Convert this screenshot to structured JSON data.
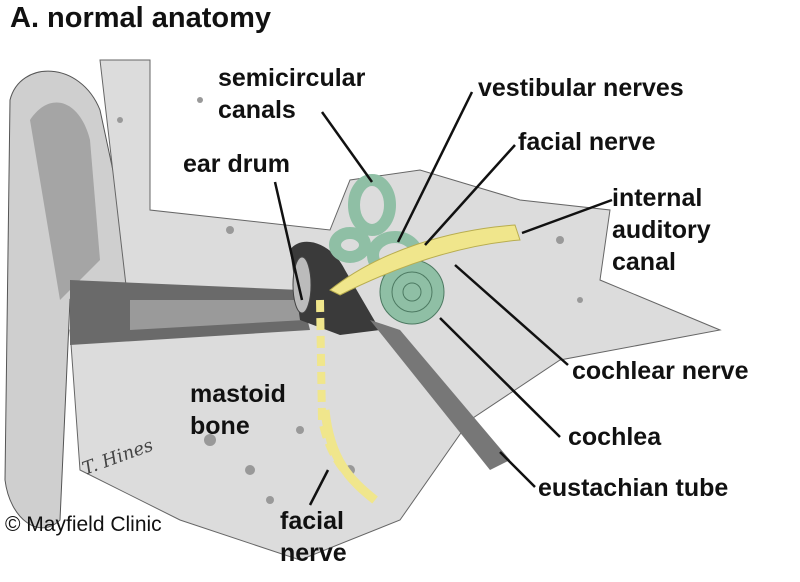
{
  "title": "A. normal anatomy",
  "labels": {
    "semicircular_canals": [
      "semicircular",
      "canals"
    ],
    "vestibular_nerves": "vestibular nerves",
    "facial_nerve_top": "facial nerve",
    "ear_drum": "ear drum",
    "internal_auditory_canal": [
      "internal",
      "auditory",
      "canal"
    ],
    "cochlear_nerve": "cochlear nerve",
    "mastoid_bone": [
      "mastoid",
      "bone"
    ],
    "cochlea": "cochlea",
    "eustachian_tube": "eustachian tube",
    "facial_nerve_bottom": [
      "facial",
      "nerve"
    ]
  },
  "copyright": "© Mayfield Clinic",
  "signature": "T. Hines",
  "colors": {
    "bone": "#d9d9d9",
    "dark": "#555555",
    "inner_ear": "#8fbfa5",
    "nerve": "#f0e68c"
  }
}
